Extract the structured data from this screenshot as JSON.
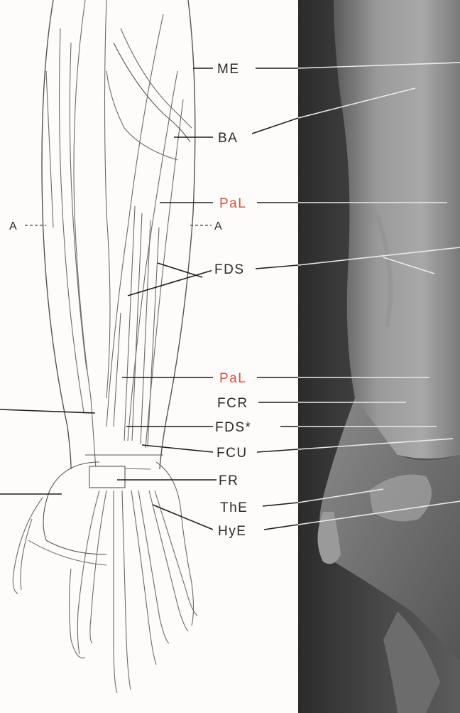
{
  "labels": {
    "me": "ME",
    "ba": "BA",
    "pal_upper": "PaL",
    "a_left": "A",
    "a_right": "A",
    "fds": "FDS",
    "pal_lower": "PaL",
    "fcr": "FCR",
    "fds_star": "FDS*",
    "fcu": "FCU",
    "fr": "FR",
    "the": "ThE",
    "hye": "HyE"
  },
  "colors": {
    "highlight": "#d9543b",
    "text": "#2a2a2a",
    "photo_bg": "#3a3a3a"
  }
}
